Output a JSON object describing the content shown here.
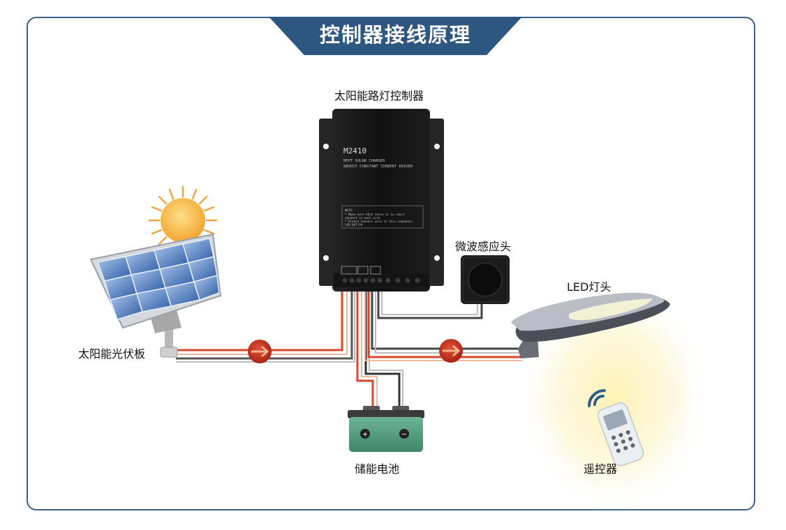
{
  "title": "控制器接线原理",
  "labels": {
    "controller": "太阳能路灯控制器",
    "solar_panel": "太阳能光伏板",
    "microwave_sensor": "微波感应头",
    "led_lamp": "LED灯头",
    "battery": "储能电池",
    "remote": "遥控器"
  },
  "controller_panel": {
    "model": "M2410",
    "line1": "MPPT SOLAR CHARGER",
    "line2": "&BOOST CONSTANT CURRENT DRIVER",
    "note1": "NOTE:",
    "note2": "* Make sure that there is no short",
    "note3": "connect in each wire.",
    "note4": "* Please connect wire in this sequence:",
    "note5": "LED-BAT-PV"
  },
  "battery_terminals": {
    "positive": "+",
    "negative": "−"
  },
  "colors": {
    "frame_border": "#3b5f87",
    "banner_fill": "#2d5681",
    "wire_positive": "#d9472b",
    "wire_negative": "#333333",
    "battery_body": "#5aa382",
    "arrow_marker": "#c62f1f"
  }
}
